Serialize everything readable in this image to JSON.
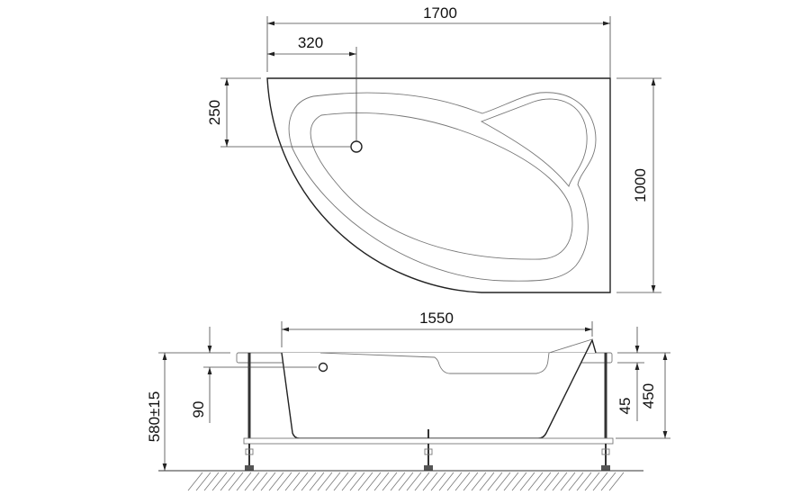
{
  "top_view": {
    "dimensions": {
      "overall_length": "1700",
      "drain_offset_x": "320",
      "drain_offset_y": "250",
      "overall_width": "1000"
    }
  },
  "side_view": {
    "dimensions": {
      "inner_length": "1550",
      "overflow_depth": "90",
      "total_height": "580±15",
      "rim_thickness": "45",
      "body_height": "450"
    }
  },
  "colors": {
    "line": "#222222",
    "background": "#ffffff"
  }
}
